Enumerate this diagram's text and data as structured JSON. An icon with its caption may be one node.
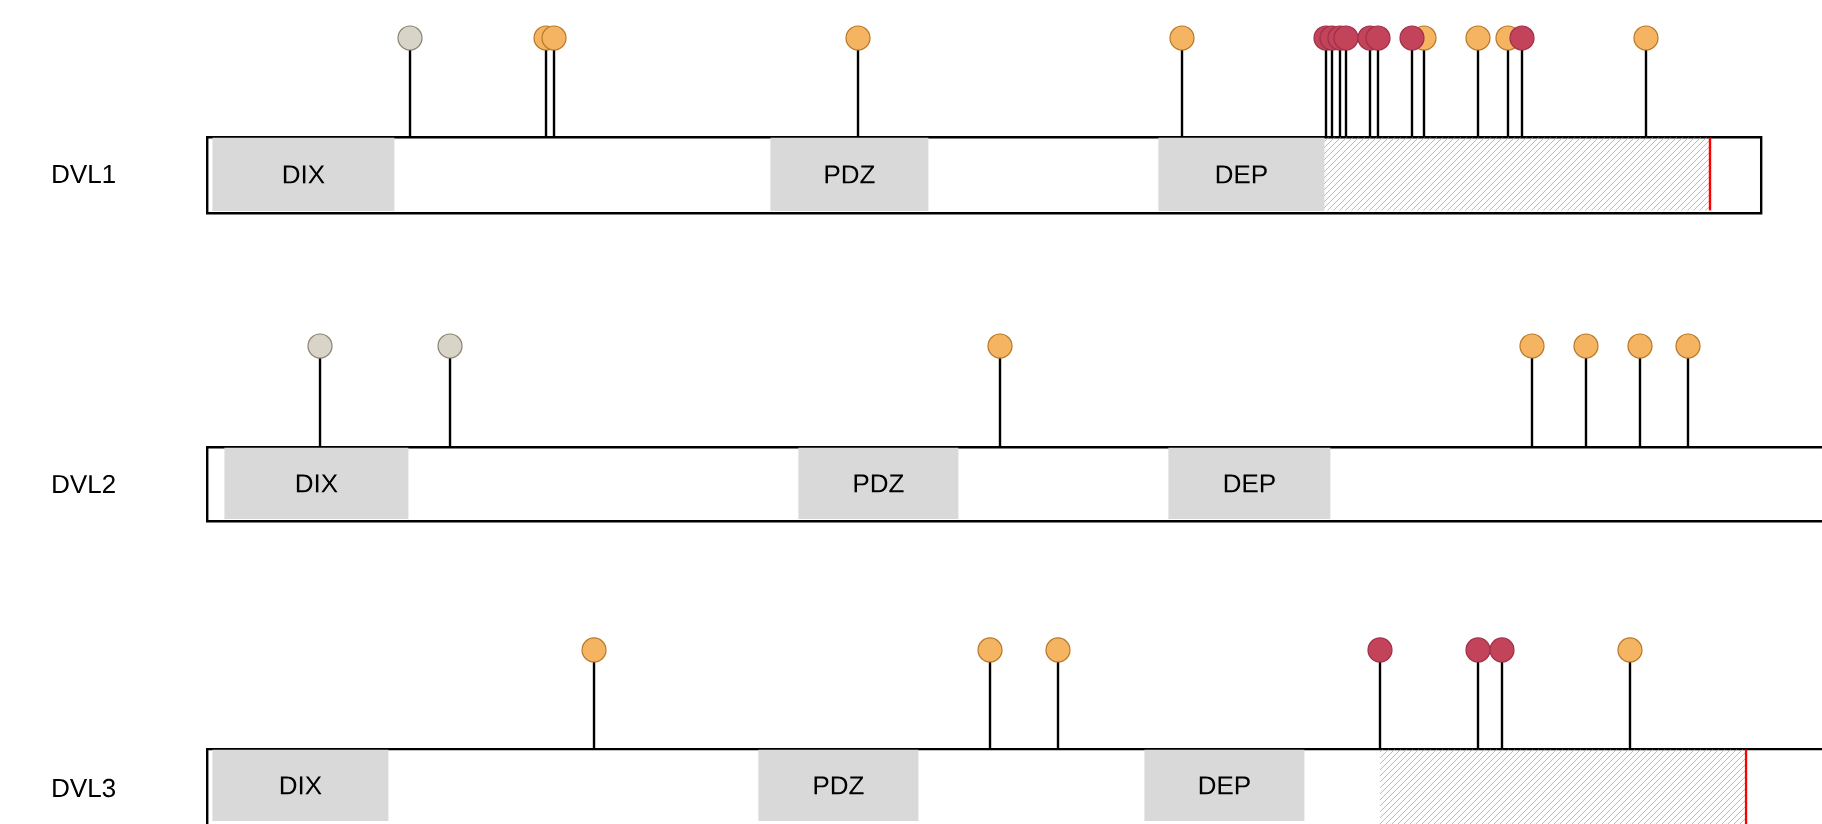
{
  "diagram": {
    "nodes": [
      {
        "text": [],
        "shape": "bar",
        "beside": [
          "DVL1"
        ]
      },
      {
        "text": [
          "DIX"
        ],
        "in": 0
      },
      {
        "text": [
          "PDZ"
        ],
        "in": 0
      },
      {
        "text": [
          "DEP"
        ],
        "in": 0
      },
      {
        "text": [],
        "shape": "bar",
        "beside": [
          "DVL2"
        ]
      },
      {
        "text": [
          "DIX"
        ],
        "in": 4
      },
      {
        "text": [
          "PDZ"
        ],
        "in": 4
      },
      {
        "text": [
          "DEP"
        ],
        "in": 4
      },
      {
        "text": [],
        "shape": "bar",
        "beside": [
          "DVL3"
        ]
      },
      {
        "text": [
          "DIX"
        ],
        "in": 8
      },
      {
        "text": [
          "PDZ"
        ],
        "in": 8
      },
      {
        "text": [
          "DEP"
        ],
        "in": 8
      }
    ]
  }
}
